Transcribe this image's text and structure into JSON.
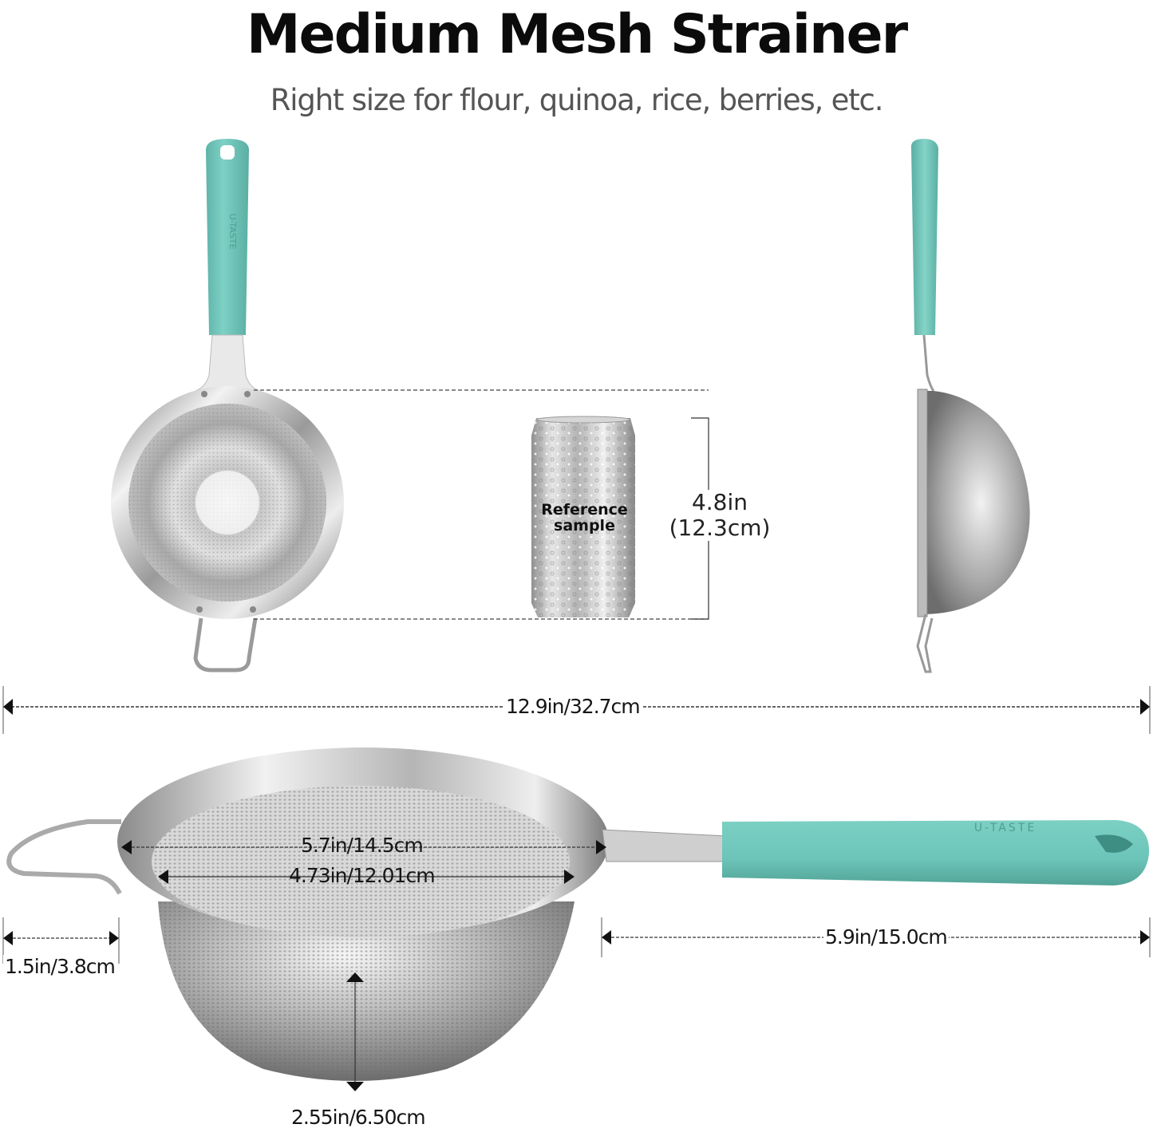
{
  "header": {
    "title": "Medium Mesh Strainer",
    "subtitle": "Right size for flour, quinoa, rice, berries, etc."
  },
  "brand": {
    "handle_text": "U-TASTE",
    "handle_color": "#6cc4b8",
    "metal_color": "#c8c8c8"
  },
  "reference": {
    "can_label_line1": "Reference",
    "can_label_line2": "sample",
    "height_in": "4.8in",
    "height_cm": "(12.3cm)"
  },
  "dimensions": {
    "total_length": "12.9in/32.7cm",
    "rim_diameter": "5.7in/14.5cm",
    "inner_diameter": "4.73in/12.01cm",
    "ear_length": "1.5in/3.8cm",
    "handle_length": "5.9in/15.0cm",
    "bowl_depth": "2.55in/6.50cm"
  },
  "views": [
    "top-view",
    "side-view",
    "front-view"
  ]
}
